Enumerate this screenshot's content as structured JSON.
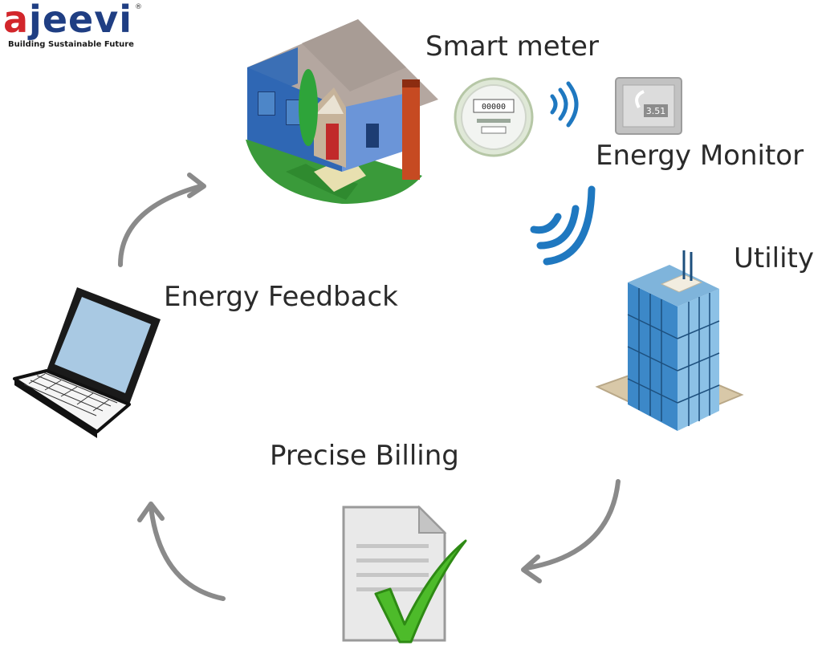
{
  "logo": {
    "wordmark_a": "a",
    "wordmark_rest": "jeevi",
    "registered": "®",
    "tagline": "Building Sustainable Future",
    "colors": {
      "red": "#d2262b",
      "blue": "#1f3e83"
    }
  },
  "labels": {
    "smart_meter": "Smart meter",
    "energy_monitor": "Energy Monitor",
    "utility": "Utility",
    "energy_feedback": "Energy Feedback",
    "precise_billing": "Precise Billing"
  },
  "meter_display": "00000",
  "monitor_display": "3.51",
  "icons": [
    "house-icon",
    "smart-meter-icon",
    "energy-monitor-icon",
    "wireless-signal-icon",
    "office-building-icon",
    "bill-document-icon",
    "checkmark-icon",
    "laptop-icon",
    "cycle-arrow-icon"
  ],
  "colors": {
    "signal": "#1f78c0",
    "check": "#4dbb2a",
    "arrow": "#8a8a8a"
  }
}
